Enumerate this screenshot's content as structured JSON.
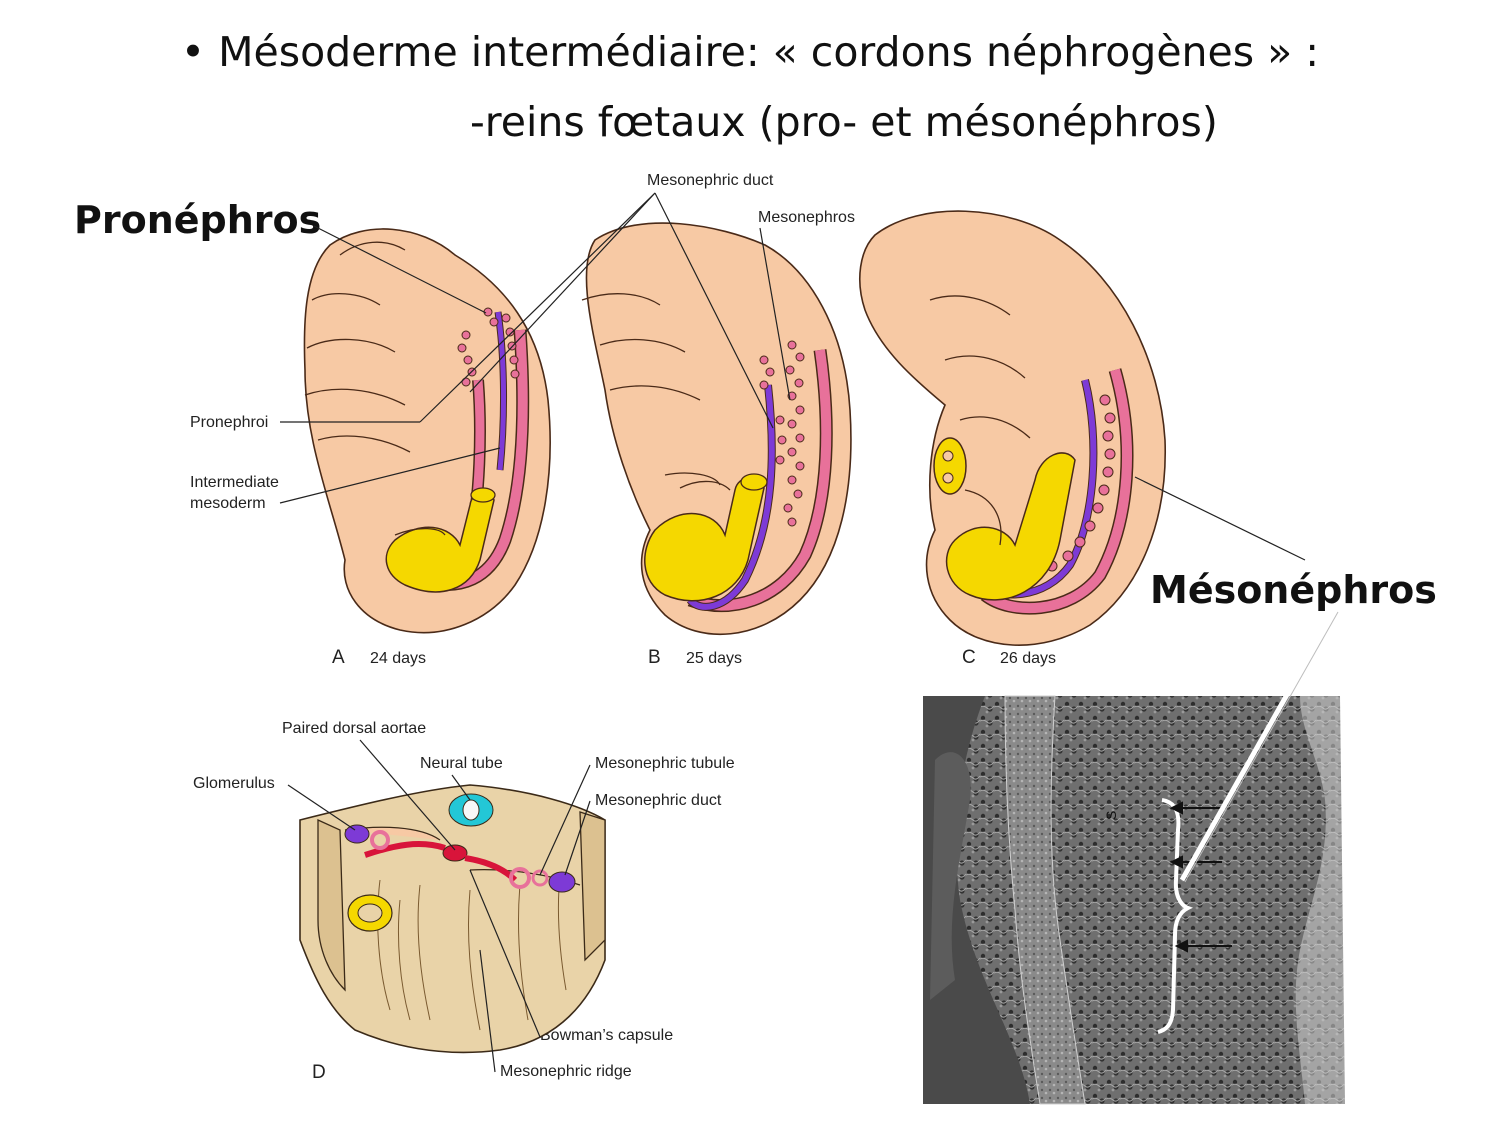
{
  "slide": {
    "title_line_1": "• Mésoderme intermédiaire: « cordons néphrogènes » :",
    "title_line_2": "-reins fœtaux (pro- et mésonéphros)"
  },
  "callouts": {
    "pronephros": "Pronéphros",
    "mesonephros": "Mésonéphros"
  },
  "figure_top": {
    "labels": {
      "mesonephric_duct": "Mesonephric duct",
      "mesonephros": "Mesonephros",
      "pronephroi": "Pronephroi",
      "intermediate_mesoderm_1": "Intermediate",
      "intermediate_mesoderm_2": "mesoderm"
    },
    "panels": [
      {
        "letter": "A",
        "caption": "24 days"
      },
      {
        "letter": "B",
        "caption": "25 days"
      },
      {
        "letter": "C",
        "caption": "26 days"
      }
    ]
  },
  "figure_d": {
    "letter": "D",
    "labels": {
      "paired_dorsal_aortae": "Paired dorsal aortae",
      "neural_tube": "Neural tube",
      "glomerulus": "Glomerulus",
      "mesonephric_tubule": "Mesonephric tubule",
      "mesonephric_duct": "Mesonephric duct",
      "bowmans_capsule": "Bowman’s capsule",
      "mesonephric_ridge": "Mesonephric ridge"
    }
  },
  "micrograph": {
    "letter_s": "S"
  },
  "colors": {
    "embryo": "#f7c9a4",
    "embryo_outline": "#4a2a18",
    "yellow_gut": "#f5d800",
    "pink": "#e8719a",
    "purple": "#7d3ad6",
    "tissue": "#e9d3a8",
    "red": "#d8143a",
    "cyan": "#23c7d6"
  }
}
